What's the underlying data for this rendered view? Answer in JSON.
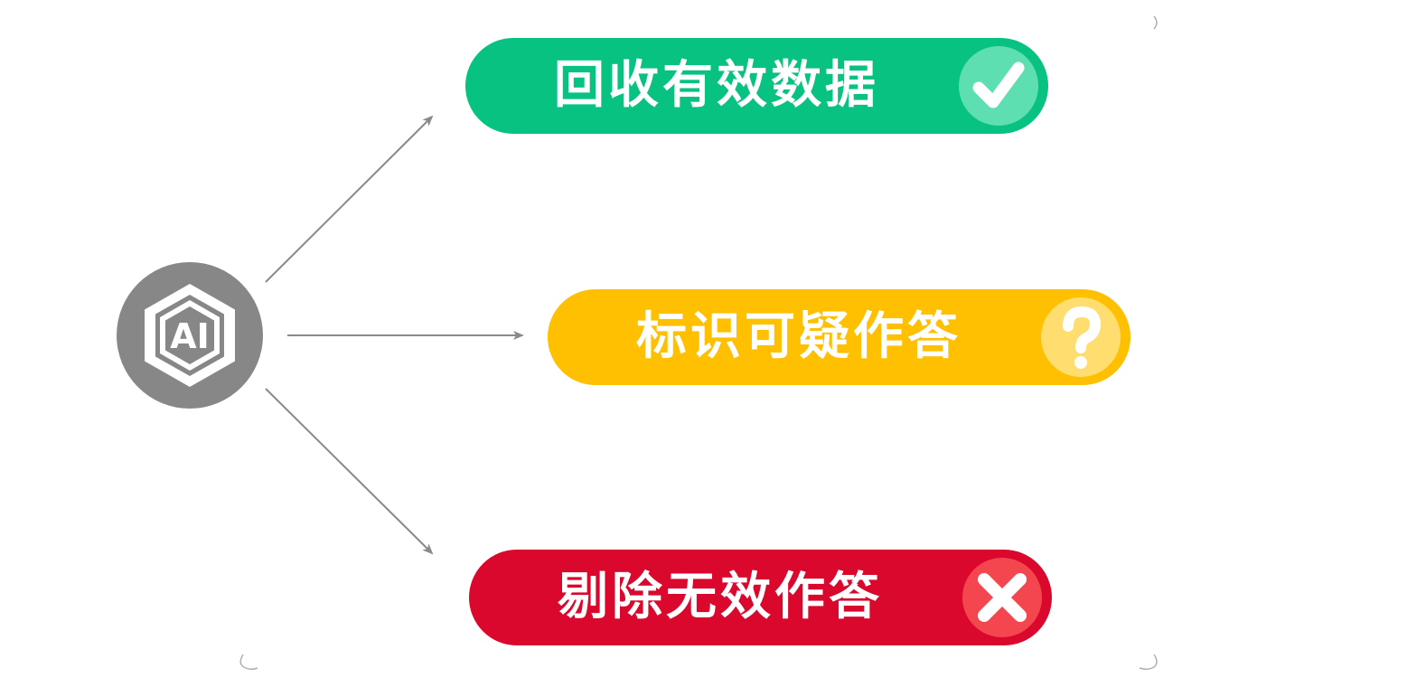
{
  "source": {
    "badge_text": "AI",
    "icon": "ai-hexagon-icon"
  },
  "outcomes": [
    {
      "label": "回收有效数据",
      "icon": "check-icon",
      "color": "#08c282",
      "icon_bg": "#5ddfb1"
    },
    {
      "label": "标识可疑作答",
      "icon": "question-icon",
      "color": "#fec000",
      "icon_bg": "#ffdd6e"
    },
    {
      "label": "剔除无效作答",
      "icon": "cross-icon",
      "color": "#d9082c",
      "icon_bg": "#f4464f"
    }
  ],
  "colors": {
    "node_gray": "#878787",
    "arrow_gray": "#8a8a8a"
  }
}
